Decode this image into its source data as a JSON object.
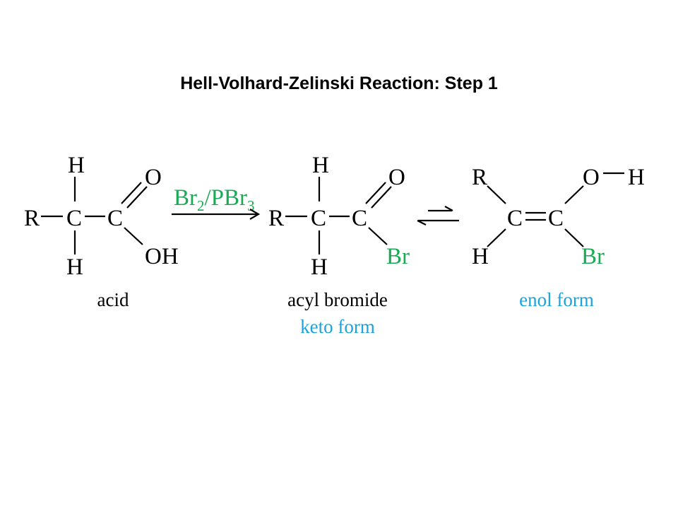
{
  "slide": {
    "title": "Hell-Volhard-Zelinski Reaction: Step 1"
  },
  "reagent": {
    "br": "Br",
    "br_sub": "2",
    "slash_pbr": "/PBr",
    "pbr_sub": "3"
  },
  "acid": {
    "caption": "acid",
    "atoms": {
      "R": "R",
      "C1": "C",
      "C2": "C",
      "H_top": "H",
      "H_bottom": "H",
      "O": "O",
      "OH": "OH"
    }
  },
  "acyl_bromide": {
    "caption": "acyl bromide",
    "subcaption": "keto form",
    "atoms": {
      "R": "R",
      "C1": "C",
      "C2": "C",
      "H_top": "H",
      "H_bottom": "H",
      "O": "O",
      "Br": "Br"
    }
  },
  "enol": {
    "caption": "enol form",
    "atoms": {
      "R": "R",
      "H": "H",
      "C1": "C",
      "C2": "C",
      "O": "O",
      "OH_H": "H",
      "Br": "Br"
    }
  },
  "colors": {
    "text": "#000000",
    "highlight_green": "#1aaa55",
    "highlight_blue": "#1aa3dc"
  }
}
